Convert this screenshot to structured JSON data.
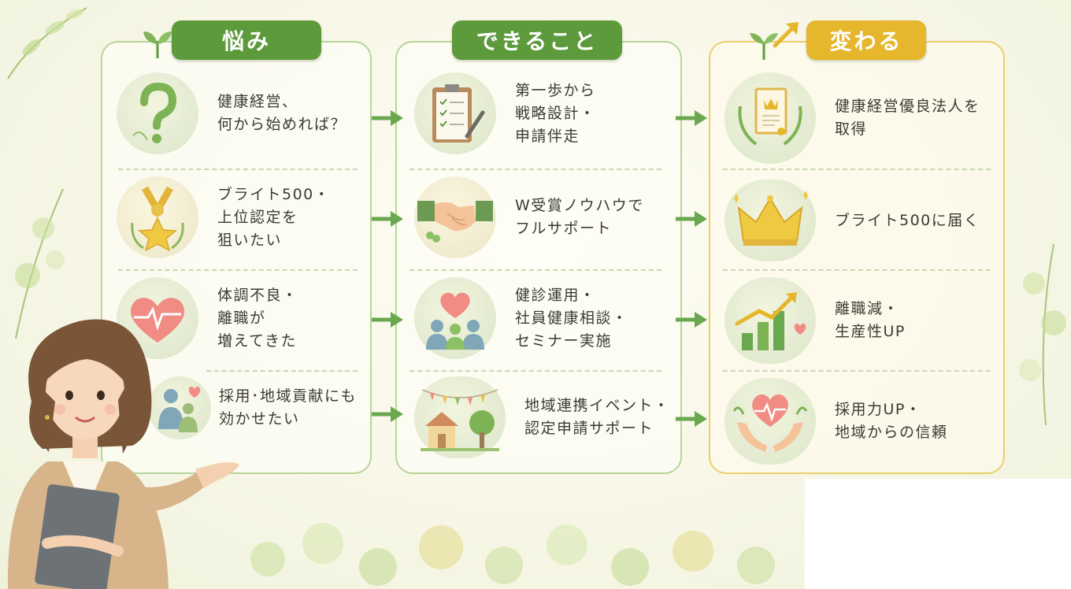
{
  "columns": [
    {
      "title": "悩み",
      "items": [
        {
          "icon": "question-mark-icon",
          "text": "健康経営、\n何から始めれば？"
        },
        {
          "icon": "medal-star-icon",
          "text": "ブライト500・\n上位認定を\n狙いたい"
        },
        {
          "icon": "heartbeat-icon",
          "text": "体調不良・\n離職が\n増えてきた"
        },
        {
          "icon": "people-heart-icon",
          "text": "採用･地域貢献にも\n効かせたい"
        }
      ]
    },
    {
      "title": "できること",
      "items": [
        {
          "icon": "clipboard-checklist-icon",
          "text": "第一歩から\n戦略設計・\n申請伴走"
        },
        {
          "icon": "handshake-icon",
          "text": "W受賞ノウハウで\nフルサポート"
        },
        {
          "icon": "team-heart-icon",
          "text": "健診運用・\n社員健康相談・\nセミナー実施"
        },
        {
          "icon": "community-house-icon",
          "text": "地域連携イベント・\n認定申請サポート"
        }
      ]
    },
    {
      "title": "変わる",
      "items": [
        {
          "icon": "certificate-crown-icon",
          "text": "健康経営優良法人を\n取得"
        },
        {
          "icon": "crown-icon",
          "text": "ブライト500に届く"
        },
        {
          "icon": "growth-chart-icon",
          "text": "離職減・\n生産性UP"
        },
        {
          "icon": "hands-heart-icon",
          "text": "採用力UP・\n地域からの信頼"
        }
      ]
    }
  ],
  "colors": {
    "green": "#5c9a3c",
    "gold": "#e6b62c",
    "arrow": "#6aa84f"
  }
}
